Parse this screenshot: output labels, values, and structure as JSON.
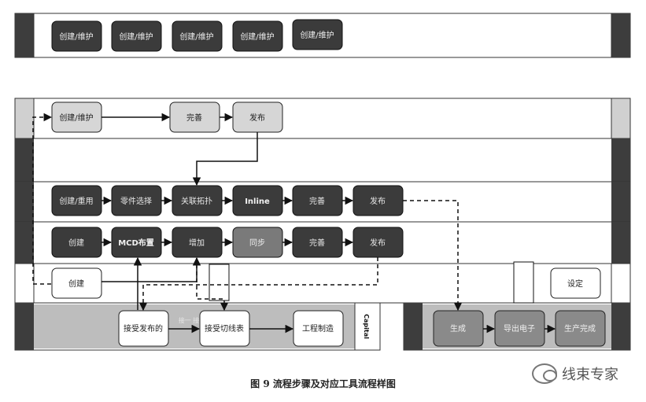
{
  "top_strip": {
    "boxes": [
      "创建/维护",
      "创建/维护",
      "创建/维护",
      "创建/维护",
      "创建/维护"
    ]
  },
  "diagram": {
    "row1": {
      "create": "创建/维护",
      "complete": "完善",
      "publish": "发布"
    },
    "row3": {
      "create_reuse": "创建/重用",
      "part_select": "零件选择",
      "assoc_topology": "关联拓扑",
      "inline": "Inline",
      "complete": "完善",
      "publish": "发布"
    },
    "row4": {
      "create": "创建",
      "mcd_layout": "MCD布置",
      "add": "增加",
      "sync": "同步",
      "complete": "完善",
      "publish": "发布"
    },
    "row5": {
      "create": "创建",
      "setting": "设定"
    },
    "capital_row": {
      "receive_publish": "接受发布的",
      "receive_cut_list": "接受切线表",
      "engineering_mfg": "工程制造",
      "side_label": "Capital",
      "faint_label": "接一 接"
    },
    "right_row": {
      "produce": "生成",
      "wire_gen": "导出电子",
      "design_done": "生产完成"
    }
  },
  "caption": "图 9    流程步骤及对应工具流程样图",
  "watermark": {
    "text": "线束专家",
    "icon": "wechat-icon"
  }
}
